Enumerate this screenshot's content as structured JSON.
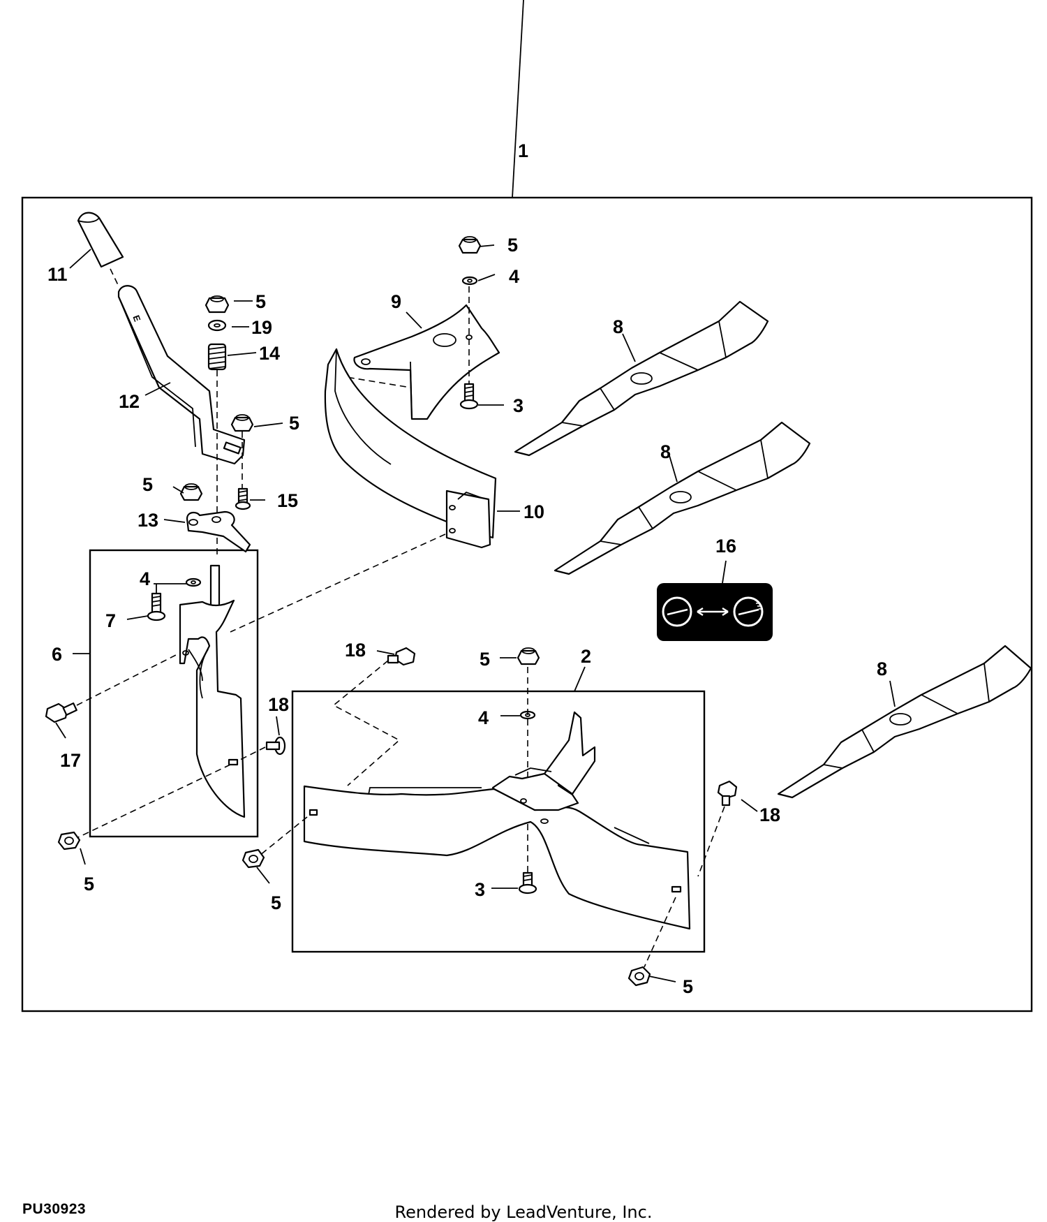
{
  "diagram": {
    "figure_code": "PU30923",
    "footer": "Rendered by LeadVenture, Inc.",
    "callouts": [
      {
        "key": "c1",
        "label": "1"
      },
      {
        "key": "c11",
        "label": "11"
      },
      {
        "key": "c12",
        "label": "12"
      },
      {
        "key": "c5a",
        "label": "5"
      },
      {
        "key": "c19",
        "label": "19"
      },
      {
        "key": "c14",
        "label": "14"
      },
      {
        "key": "c5b",
        "label": "5"
      },
      {
        "key": "c15",
        "label": "15"
      },
      {
        "key": "c5c",
        "label": "5"
      },
      {
        "key": "c13",
        "label": "13"
      },
      {
        "key": "c4a",
        "label": "4"
      },
      {
        "key": "c7",
        "label": "7"
      },
      {
        "key": "c6",
        "label": "6"
      },
      {
        "key": "c17",
        "label": "17"
      },
      {
        "key": "c18a",
        "label": "18"
      },
      {
        "key": "c5d",
        "label": "5"
      },
      {
        "key": "c5e",
        "label": "5"
      },
      {
        "key": "c9",
        "label": "9"
      },
      {
        "key": "c5f",
        "label": "5"
      },
      {
        "key": "c4b",
        "label": "4"
      },
      {
        "key": "c3a",
        "label": "3"
      },
      {
        "key": "c10",
        "label": "10"
      },
      {
        "key": "c8a",
        "label": "8"
      },
      {
        "key": "c8b",
        "label": "8"
      },
      {
        "key": "c16",
        "label": "16"
      },
      {
        "key": "c18b",
        "label": "18"
      },
      {
        "key": "c5g",
        "label": "5"
      },
      {
        "key": "c2",
        "label": "2"
      },
      {
        "key": "c4c",
        "label": "4"
      },
      {
        "key": "c3b",
        "label": "3"
      },
      {
        "key": "c8c",
        "label": "8"
      },
      {
        "key": "c18c",
        "label": "18"
      },
      {
        "key": "c5h",
        "label": "5"
      }
    ],
    "decal": {
      "icon_left": "speed-dial-icon",
      "icon_right": "speed-dial-mulch-icon",
      "arrow": "double-arrow-icon"
    }
  }
}
